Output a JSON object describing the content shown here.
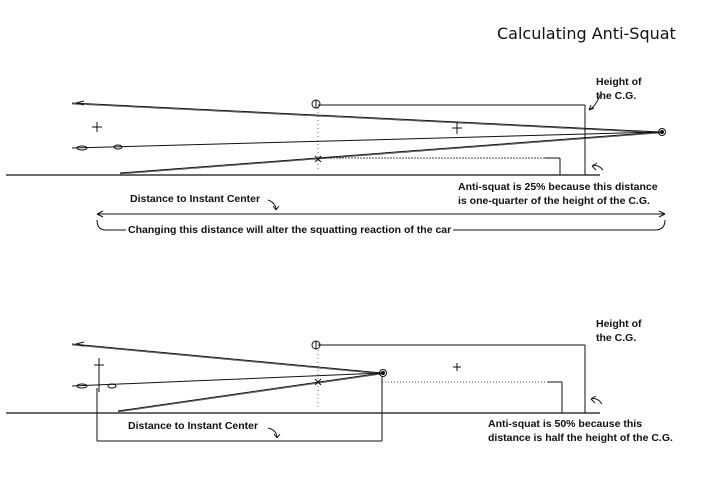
{
  "title": "Calculating Anti-Squat",
  "top": {
    "cg_label_line1": "Height of",
    "cg_label_line2": "the C.G.",
    "distance_label": "Distance to Instant Center",
    "result_line1": "Anti-squat is 25% because this distance",
    "result_line2": "is one-quarter of the height of the C.G.",
    "changing_note": "Changing this distance will alter the squatting reaction of the car",
    "anti_squat_percent": 25
  },
  "bottom": {
    "cg_label_line1": "Height of",
    "cg_label_line2": "the C.G.",
    "distance_label": "Distance to Instant Center",
    "result_line1": "Anti-squat is 50% because this",
    "result_line2": "distance is half the height of the C.G.",
    "anti_squat_percent": 50
  },
  "colors": {
    "ink": "#111111",
    "background": "#ffffff"
  }
}
